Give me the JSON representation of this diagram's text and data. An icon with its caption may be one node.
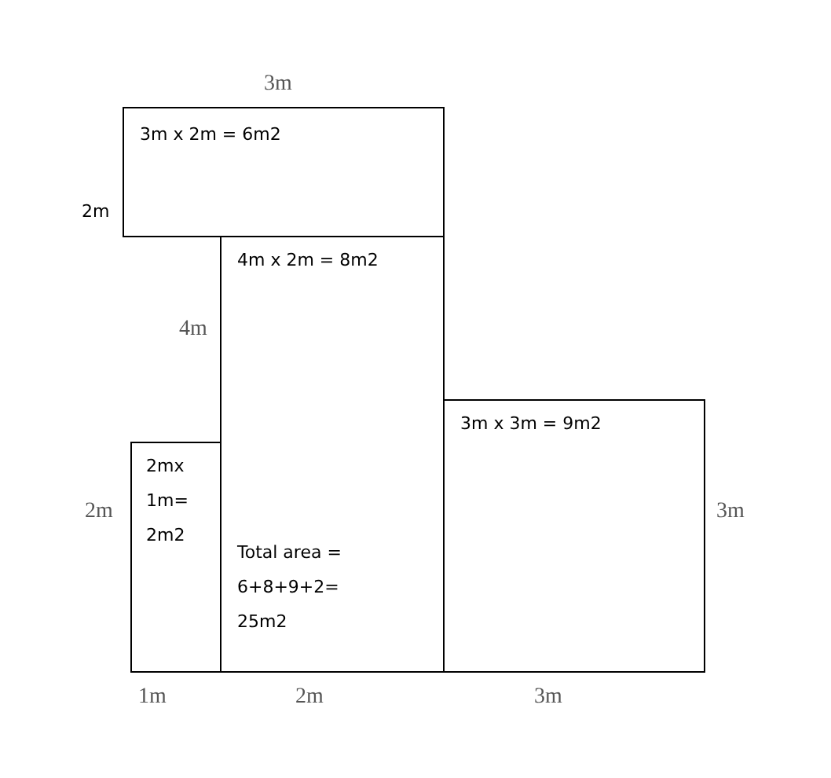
{
  "diagram": {
    "nodes": [
      {
        "text": [
          "3m x 2m = 6m2"
        ]
      },
      {
        "text": [
          "4m x 2m = 8m2",
          "Total area = 6+8+9+2= 25m2"
        ]
      },
      {
        "text": [
          "3m x 3m = 9m2"
        ]
      },
      {
        "text": [
          "2mx 1m= 2m2"
        ]
      }
    ],
    "labels": [
      "3m",
      "2m",
      "4m",
      "2m",
      "3m",
      "1m",
      "2m",
      "3m"
    ]
  }
}
